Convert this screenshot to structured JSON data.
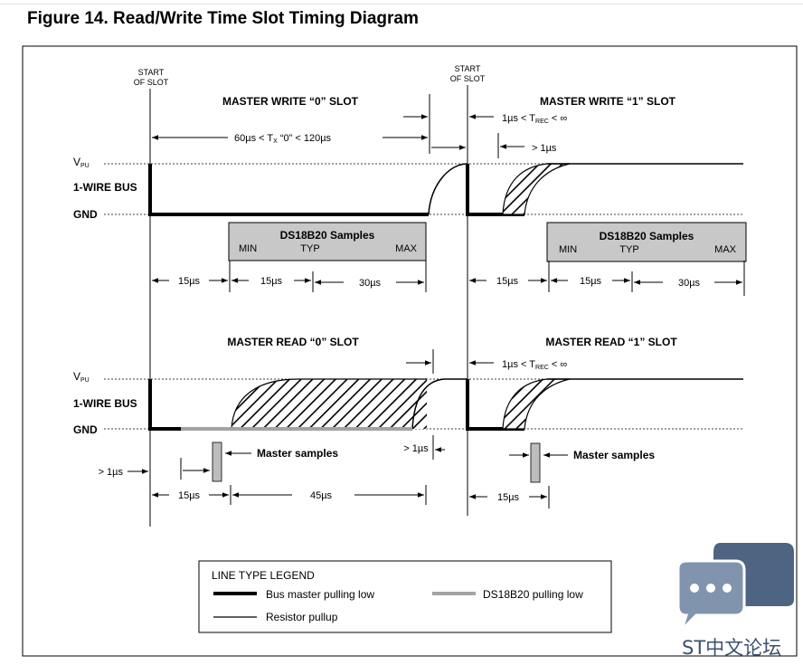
{
  "figure": {
    "title": "Figure 14. Read/Write Time Slot Timing Diagram"
  },
  "start_slot": {
    "line1": "START",
    "line2": "OF SLOT"
  },
  "levels": {
    "vpu": "V",
    "vpu_sub": "PU",
    "bus": "1-WIRE BUS",
    "gnd": "GND"
  },
  "write0": {
    "title": "MASTER WRITE “0” SLOT",
    "tx_left": "60µs < T",
    "tx_sub": "X",
    "tx_right": " “0” < 120µs"
  },
  "write1": {
    "title": "MASTER WRITE “1” SLOT",
    "trec_left": "1µs < T",
    "trec_sub": "REC",
    "trec_right": " < ∞",
    "gt1": "> 1µs"
  },
  "samples_box": {
    "title": "DS18B20  Samples",
    "min": "MIN",
    "typ": "TYP",
    "max": "MAX"
  },
  "timings": {
    "t15": "15µs",
    "t30": "30µs",
    "t45": "45µs",
    "gt1": "> 1µs"
  },
  "read0": {
    "title": "MASTER READ “0” SLOT",
    "master_samples": "Master samples"
  },
  "read1": {
    "title": "MASTER READ “1” SLOT",
    "trec_left": "1µs < T",
    "trec_sub": "REC",
    "trec_right": " < ∞",
    "master_samples": "Master samples"
  },
  "legend": {
    "title": "LINE TYPE LEGEND",
    "items": [
      {
        "label": "Bus master pulling low",
        "color": "#000000"
      },
      {
        "label": "DS18B20 pulling low",
        "color": "#a3a3a3"
      },
      {
        "label": "Resistor pullup",
        "color": "#000000"
      }
    ]
  },
  "watermark": {
    "text": "ST中文论坛",
    "color": "#3a5270"
  }
}
